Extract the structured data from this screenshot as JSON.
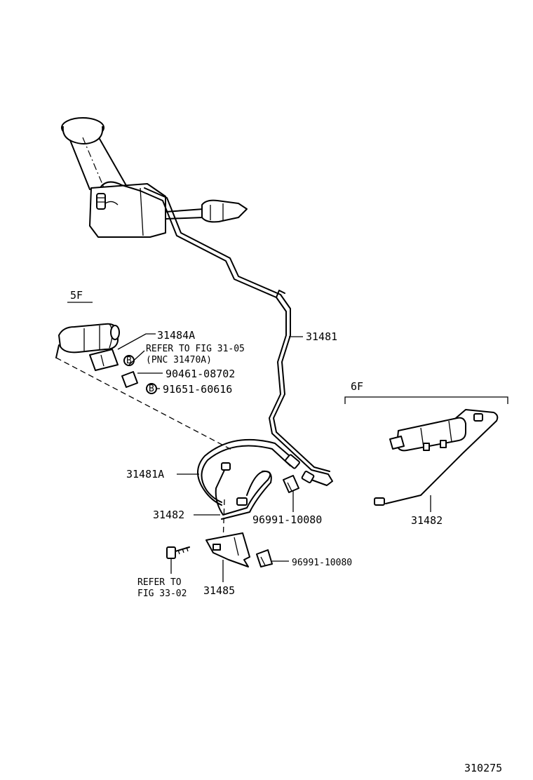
{
  "labels": {
    "section_5f": "5F",
    "section_6f": "6F",
    "part_31484a": "31484A",
    "refer_31_05_line1": "REFER TO FIG 31-05",
    "refer_31_05_line2": "(PNC 31470A)",
    "part_90461": "90461-08702",
    "part_91651": "91651-60616",
    "part_31481": "31481",
    "part_31481a": "31481A",
    "part_31482_left": "31482",
    "part_96991_upper": "96991-10080",
    "part_96991_lower": "96991-10080",
    "refer_33_02_line1": "REFER TO",
    "refer_33_02_line2": "FIG 33-02",
    "part_31485": "31485",
    "part_31482_right": "31482",
    "ref_marker_b1": "B",
    "ref_marker_b2": "B",
    "figure_number": "310275"
  }
}
